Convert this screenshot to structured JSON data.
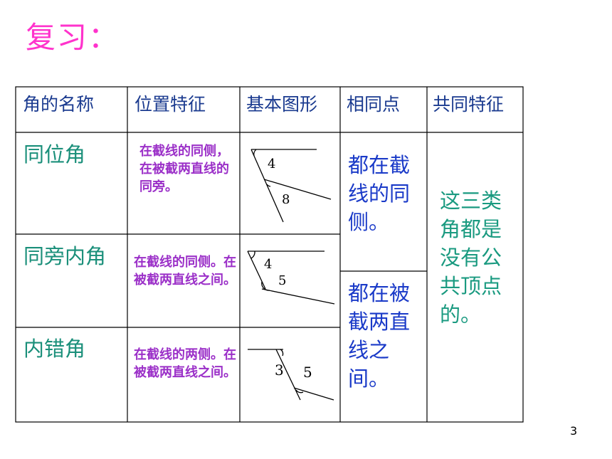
{
  "title": "复习：",
  "headers": [
    "角的名称",
    "位置特征",
    "基本图形",
    "相同点",
    "共同特征"
  ],
  "rows": [
    {
      "name": "同位角",
      "position": "在截线的同侧，在被截两直线的同旁。",
      "labels": [
        "4",
        "8"
      ]
    },
    {
      "name": "同旁内角",
      "position": "在截线的同侧。在被截两直线之间。",
      "labels": [
        "4",
        "5"
      ]
    },
    {
      "name": "内错角",
      "position": "在截线的两侧。在被截两直线之间。",
      "labels": [
        "3",
        "5"
      ]
    }
  ],
  "common_points": [
    "都在截线的同侧。",
    "都在被截两直线之间。"
  ],
  "shared_feature": "这三类角都是没有公共顶点的。",
  "page_number": "3",
  "colors": {
    "title": "#ff33cc",
    "header": "#1a3a8f",
    "name": "#1a8f7a",
    "position": "#9b30c8",
    "common": "#1a3ac8",
    "shared": "#1a9a80"
  }
}
